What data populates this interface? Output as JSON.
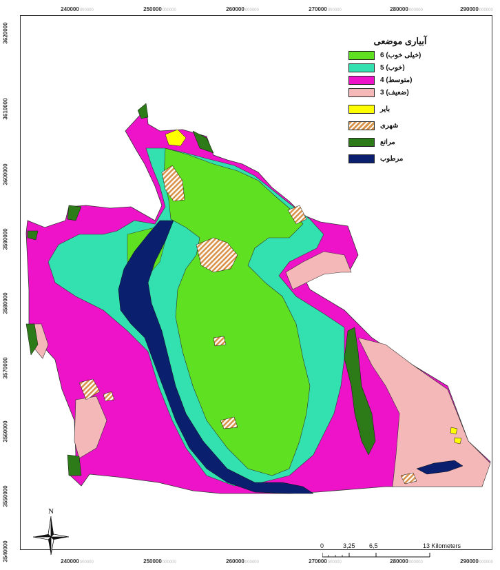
{
  "axes": {
    "x_ticks": [
      "240000",
      "250000",
      "260000",
      "270000",
      "280000",
      "290000"
    ],
    "y_ticks": [
      "3620000",
      "3610000",
      "3600000",
      "3590000",
      "3580000",
      "3570000",
      "3560000",
      "3550000",
      "3540000"
    ],
    "sub_label": "000000"
  },
  "legend": {
    "title": "آبیاری موضعی",
    "items": [
      {
        "label": "(خیلی خوب) 6",
        "color": "#5fe020"
      },
      {
        "label": "(خوب) 5",
        "color": "#33e0b0"
      },
      {
        "label": "(متوسط) 4",
        "color": "#ee12c8"
      },
      {
        "label": "(ضعیف) 3",
        "color": "#f4b8b8"
      },
      {
        "label": "بایر",
        "color": "#ffff00"
      },
      {
        "label": "شهری",
        "color": "#d9924a"
      },
      {
        "label": "مراتع",
        "color": "#2d7a18"
      },
      {
        "label": "مرطوب",
        "color": "#0a1f6e"
      }
    ]
  },
  "north_arrow": {
    "label": "N"
  },
  "scale_bar": {
    "labels": [
      "0",
      "3,25",
      "6,5",
      "13 Kilometers"
    ]
  }
}
